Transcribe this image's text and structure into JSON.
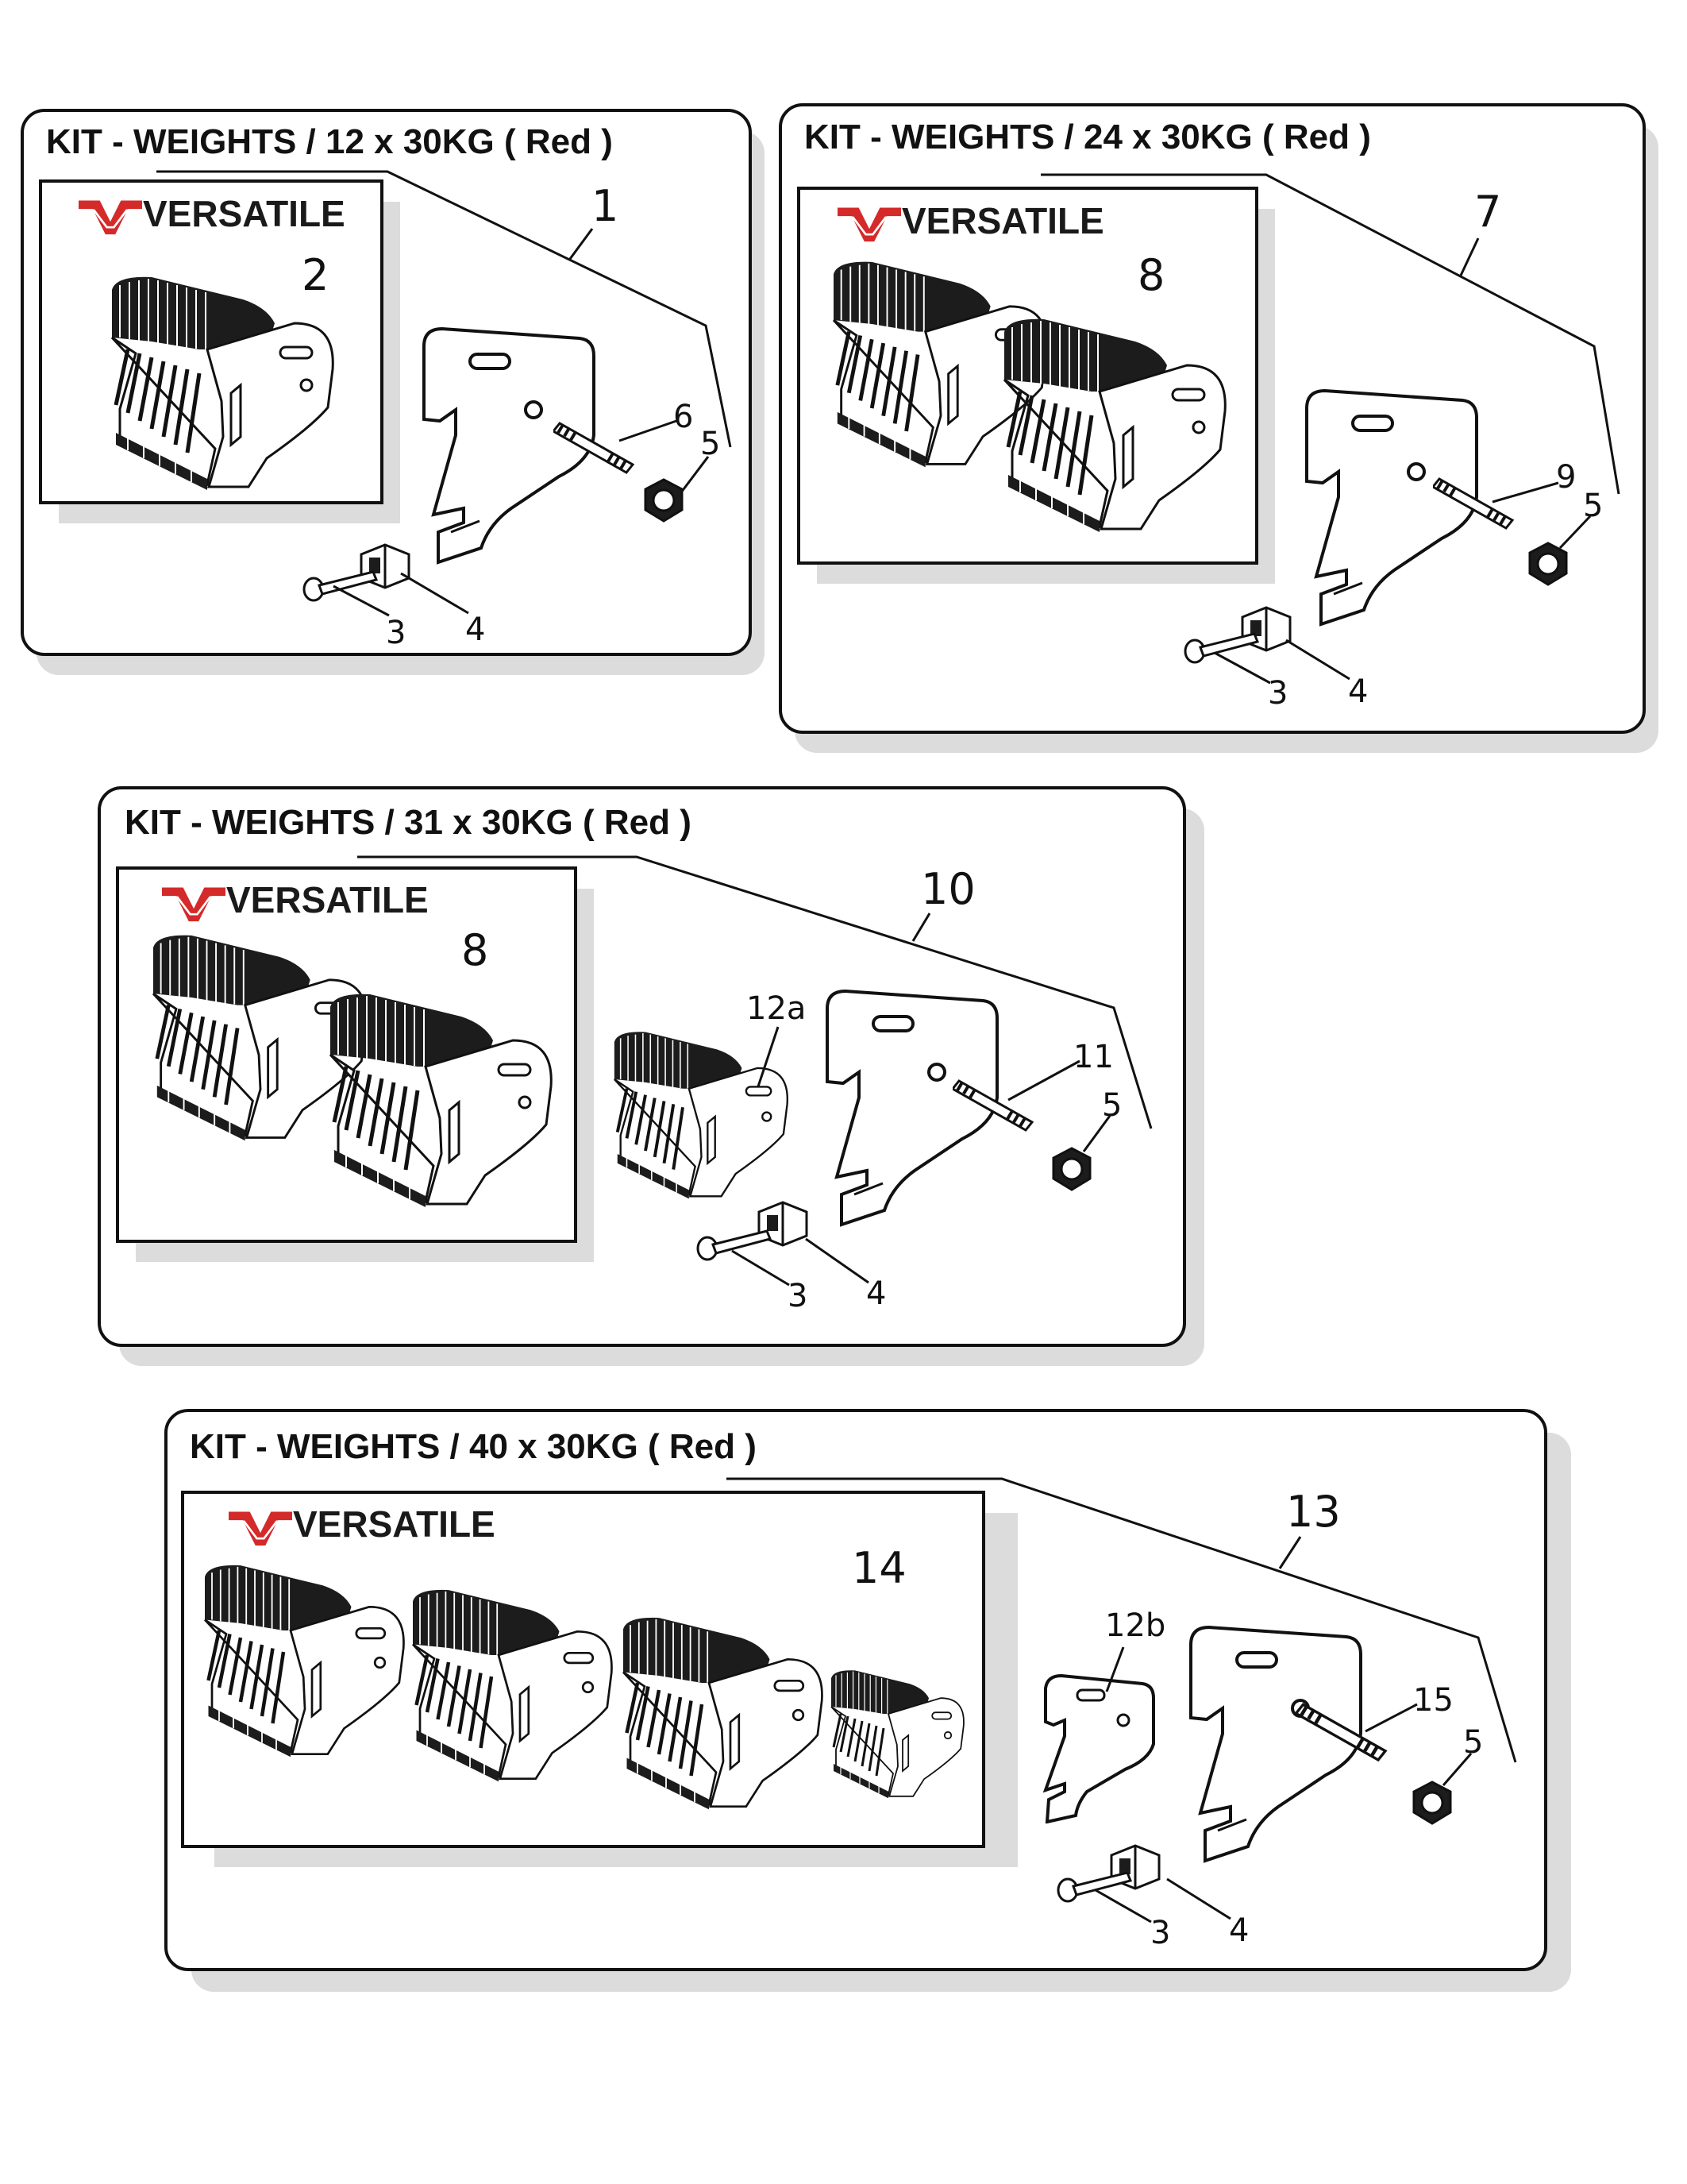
{
  "logo_text": "VERSATILE",
  "colors": {
    "logo_red": "#d42a2a",
    "panel_shadow": "#dcdcdc",
    "ink": "#111111"
  },
  "kits": [
    {
      "title": "KIT - WEIGHTS /  12 x 30KG  ( Red )",
      "kit_no": "1",
      "weights_no": "2",
      "callouts": {
        "bolt": "6",
        "nut": "5",
        "carriage_bolt": "3",
        "clamp": "4"
      }
    },
    {
      "title": "KIT - WEIGHTS /  24 x 30KG  ( Red )",
      "kit_no": "7",
      "weights_no": "8",
      "callouts": {
        "bolt": "9",
        "nut": "5",
        "carriage_bolt": "3",
        "clamp": "4"
      }
    },
    {
      "title": "KIT - WEIGHTS /  31 x 30KG  ( Red )",
      "kit_no": "10",
      "weights_no": "8",
      "callouts": {
        "extra_weight": "12a",
        "bolt": "11",
        "nut": "5",
        "carriage_bolt": "3",
        "clamp": "4"
      }
    },
    {
      "title": "KIT - WEIGHTS /  40 x 30KG  ( Red )",
      "kit_no": "13",
      "weights_no": "14",
      "callouts": {
        "extra_weight": "12b",
        "bolt": "15",
        "nut": "5",
        "carriage_bolt": "3",
        "clamp": "4"
      }
    }
  ]
}
